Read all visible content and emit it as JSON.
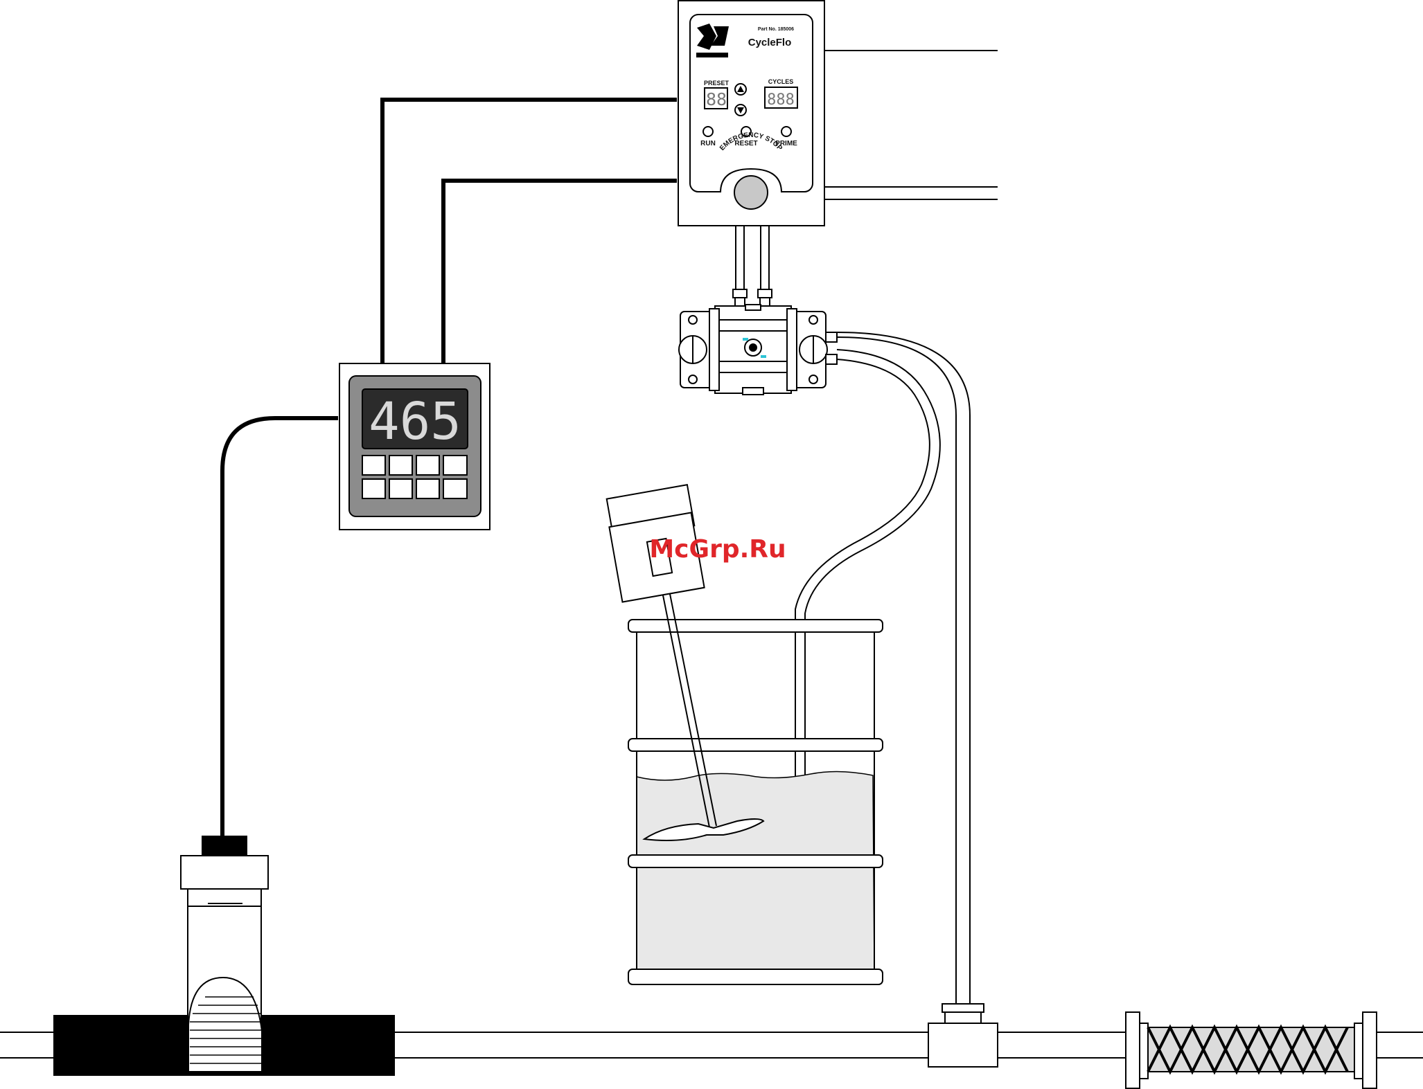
{
  "controller": {
    "brand": "CycleFlo",
    "part_no": "Part No. 185006",
    "preset_label": "PRESET",
    "cycles_label": "CYCLES",
    "preset_display": "88",
    "cycles_display": "888",
    "run_label": "RUN",
    "reset_label": "RESET",
    "prime_label": "PRIME",
    "emergency_label": "EMERGENCY STOP"
  },
  "meter": {
    "display": "465"
  },
  "watermark": "McGrp.Ru",
  "colors": {
    "line": "#000000",
    "meter_face": "#8c8c8c",
    "display_bg": "#2b2b2b",
    "fluid": "#e8e8e8",
    "watermark": "#e0262a",
    "pump_accent": "#2ec4d6"
  }
}
